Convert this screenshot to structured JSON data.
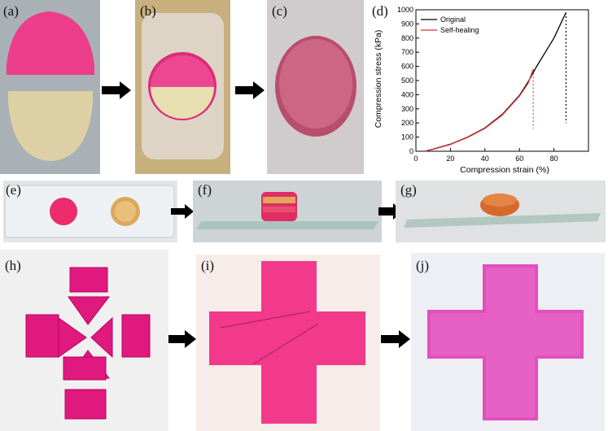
{
  "panels": {
    "a": "(a)",
    "b": "(b)",
    "c": "(c)",
    "d": "(d)",
    "e": "(e)",
    "f": "(f)",
    "g": "(g)",
    "h": "(h)",
    "i": "(i)",
    "j": "(j)"
  },
  "colors": {
    "pink_gel": "#e8317e",
    "pink_gel_light": "#f25aa0",
    "yellow_gel": "#e6d6a8",
    "orange_gel": "#d9672a",
    "red_dashed": "#e0503c"
  },
  "chart_data": {
    "type": "line",
    "xlabel": "Compression strain (%)",
    "ylabel": "Compression stress (kPa)",
    "xlim": [
      0,
      100
    ],
    "ylim": [
      0,
      1000
    ],
    "xticks": [
      "0",
      "20",
      "40",
      "60",
      "80"
    ],
    "yticks": [
      "0",
      "100",
      "200",
      "300",
      "400",
      "500",
      "600",
      "700",
      "800",
      "900",
      "1000"
    ],
    "legend_position": "top-left",
    "series": [
      {
        "name": "Original",
        "color": "#000000",
        "x": [
          5,
          10,
          20,
          30,
          40,
          50,
          60,
          65,
          70,
          75,
          80,
          85,
          87
        ],
        "y": [
          0,
          15,
          50,
          100,
          165,
          260,
          395,
          490,
          600,
          700,
          800,
          930,
          980
        ]
      },
      {
        "name": "Self-healing",
        "color": "#e32c2c",
        "x": [
          5,
          10,
          20,
          30,
          40,
          50,
          60,
          65,
          68
        ],
        "y": [
          0,
          14,
          48,
          98,
          162,
          255,
          390,
          480,
          580
        ]
      }
    ],
    "vertical_markers": [
      {
        "x": 68,
        "y_top": 580,
        "y_bottom": 160,
        "color": "#e0503c"
      },
      {
        "x": 87,
        "y_top": 980,
        "y_bottom": 200,
        "color": "#000000"
      }
    ]
  }
}
